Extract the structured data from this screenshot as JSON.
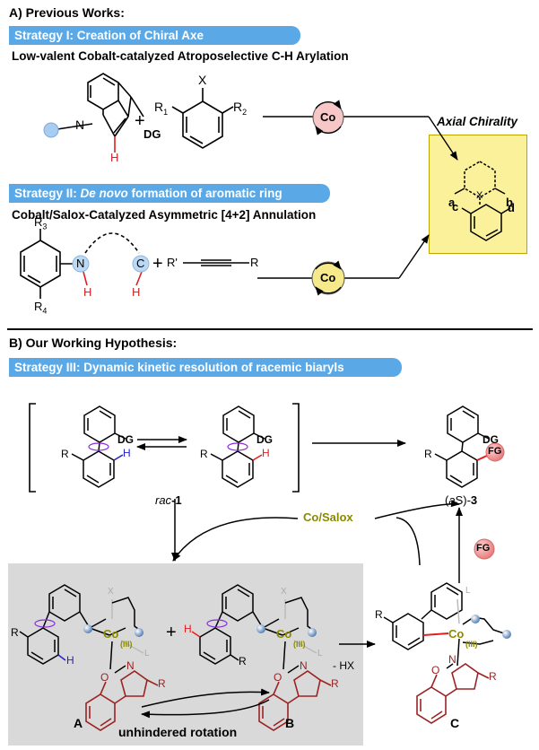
{
  "section_a": {
    "title": "A) Previous Works:",
    "strategy1": {
      "label": "Strategy I: Creation of Chiral Axe"
    },
    "strategy1_subtitle": "Low-valent Cobalt-catalyzed Atroposelective C-H Arylation",
    "strategy2": {
      "prefix": "Strategy II: ",
      "italic": "De novo",
      "suffix": " formation of aromatic ring"
    },
    "strategy2_subtitle": "Cobalt/Salox-Catalyzed Asymmetric [4+2] Annulation",
    "axial_chirality_label": "Axial Chirality",
    "chirality_labels": {
      "a": "a",
      "b": "b",
      "c": "c",
      "d": "d",
      "x": "X"
    },
    "indole_labels": {
      "n": "N",
      "dg": "DG",
      "h": "H"
    },
    "aryl_labels": {
      "x": "X",
      "r1": "R",
      "r1_sub": "1",
      "r2": "R",
      "r2_sub": "2"
    },
    "plus": "+",
    "co": "Co",
    "aniline_labels": {
      "r3": "R",
      "r3_sub": "3",
      "r4": "R",
      "r4_sub": "4",
      "n": "N",
      "h1": "H",
      "c": "C",
      "h2": "H"
    },
    "alkyne_labels": {
      "r_prime": "R'",
      "r": "R"
    }
  },
  "section_b": {
    "title": "B) Our Working Hypothesis:",
    "strategy3": {
      "label": "Strategy III: Dynamic kinetic resolution of racemic biaryls"
    },
    "rac_label": {
      "prefix": "rac",
      "suffix": "-1"
    },
    "product_label": {
      "open": "(",
      "italic": "a",
      "mid": "S",
      "close": ")-",
      "num": "3"
    },
    "co_salox": "Co/Salox",
    "fg": "FG",
    "biaryl_labels": {
      "r": "R",
      "dg": "DG",
      "h": "H"
    },
    "complex_labels": {
      "co": "Co",
      "ox": "(III)",
      "x": "X",
      "l": "L",
      "o": "O",
      "n": "N",
      "r": "R",
      "h": "H"
    },
    "complex_names": {
      "a": "A",
      "b": "B",
      "c": "C"
    },
    "minus_hx": "- HX",
    "unhindered_rotation": "unhindered rotation",
    "plus": "+"
  },
  "colors": {
    "banner": "#5aa9e6",
    "red_highlight": "#e02020",
    "blue_highlight": "#2222cc",
    "olive_text": "#8a8a00",
    "co_fill": "#f7c6c6",
    "co_green_fill": "#f5e98c",
    "grey_panel": "#d9d9d9",
    "chirality_box": "#fbf19a",
    "ligand_red": "#9a2323"
  }
}
